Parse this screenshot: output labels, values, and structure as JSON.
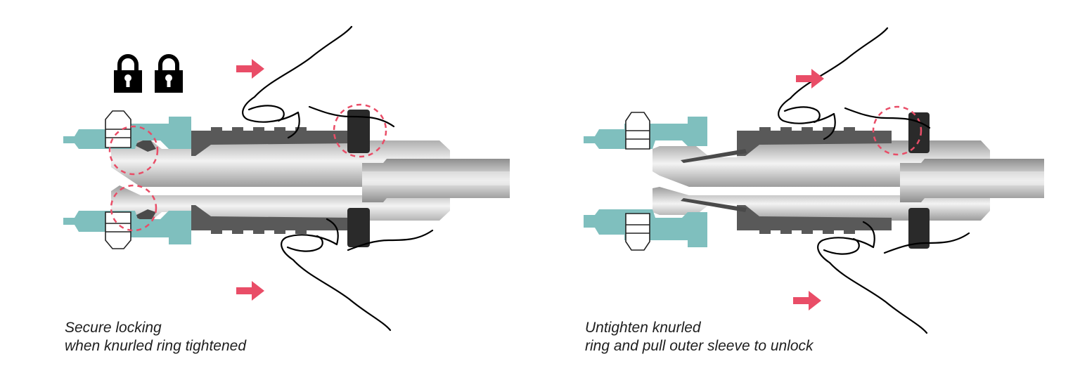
{
  "captions": {
    "locked": {
      "line1": "Secure locking",
      "line2": "when knurled ring tightened"
    },
    "unlocked": {
      "line1": "Untighten knurled",
      "line2": "ring and pull outer sleeve to unlock"
    }
  },
  "icons": [
    "lock-icon",
    "lock-icon",
    "hand-icon",
    "push-arrow-icon",
    "dashed-circle-highlight-icon"
  ],
  "colors": {
    "teal_connector": "#7fbfbe",
    "knurled_body": "#595959",
    "knurled_ring": "#2a2a2a",
    "sleeve_light": "#d6d6d6",
    "sleeve_dark": "#9a9a9a",
    "arrow_red": "#e94d67",
    "highlight_dashed": "#e94d67",
    "text": "#1e1e1e"
  }
}
